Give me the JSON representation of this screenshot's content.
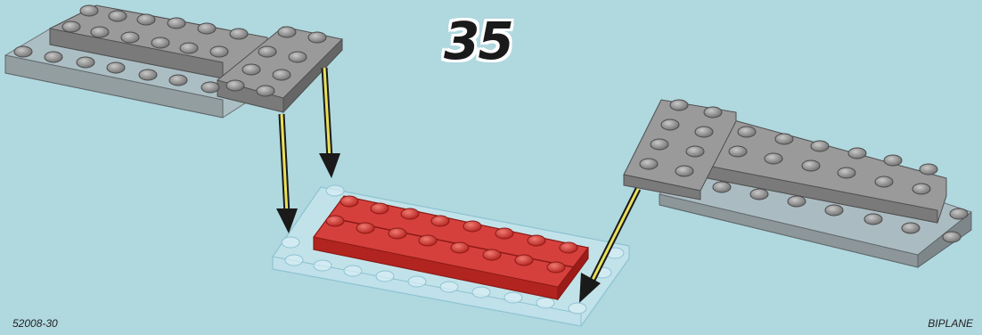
{
  "step": {
    "number": "35"
  },
  "footer": {
    "set_id": "52008-30",
    "model_name": "BIPLANE"
  },
  "colors": {
    "background": "#b0d8df",
    "gray_brick": "#8a8a8a",
    "gray_brick_dark": "#5e5e5e",
    "red_brick": "#d8322c",
    "transparent_base": "#cfe9f0",
    "arrow_fill": "#e8e05a",
    "arrow_outline": "#1a1a1a"
  }
}
